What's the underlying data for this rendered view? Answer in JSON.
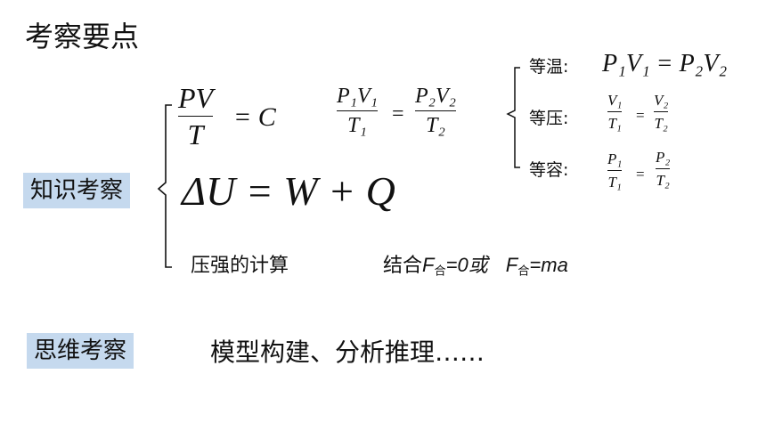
{
  "title": "考察要点",
  "knowledge_label": "知识考察",
  "thinking_label": "思维考察",
  "thinking_content": "模型构建、分析推理……",
  "ideal_gas": {
    "num": "PV",
    "den": "T",
    "rhs": "= C"
  },
  "combined_law": {
    "num_left": "P₁V₁",
    "den_left": "T₁",
    "eq": "=",
    "num_right": "P₂V₂",
    "den_right": "T₂"
  },
  "first_law": "ΔU = W + Q",
  "pressure": {
    "label": "压强的计算",
    "combine": "结合",
    "F": "F",
    "sub": "合",
    "eq0": "=0或",
    "eqma": "=ma"
  },
  "special_cases": [
    {
      "label": "等温:",
      "formula": "P₁V₁ = P₂V₂"
    },
    {
      "label": "等压:",
      "num_left": "V₁",
      "den_left": "T₁",
      "eq": "=",
      "num_right": "V₂",
      "den_right": "T₂"
    },
    {
      "label": "等容:",
      "num_left": "P₁",
      "den_left": "T₁",
      "eq": "=",
      "num_right": "P₂",
      "den_right": "T₂"
    }
  ]
}
